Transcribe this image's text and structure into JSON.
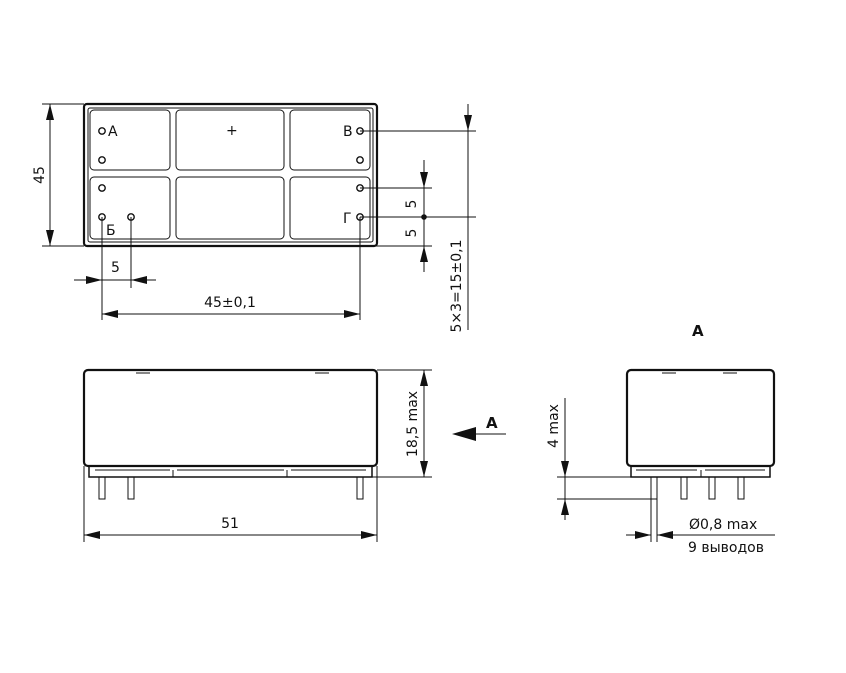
{
  "colors": {
    "line": "#111111",
    "background": "#ffffff"
  },
  "top_view": {
    "pin_labels": {
      "a": "А",
      "b": "Б",
      "v": "В",
      "g": "Г"
    },
    "plus": "+",
    "height": "45",
    "pin_pitch": "5",
    "span": "45±0,1",
    "spacing_upper": "5",
    "spacing_lower": "5",
    "vertical_span": "5×3=15±0,1"
  },
  "side_view": {
    "height": "18,5 max",
    "length": "51",
    "view_marker": "А"
  },
  "end_view": {
    "title": "А",
    "pin_length": "4 max",
    "pin_diameter": "Ø0,8 max",
    "pin_count": "9 выводов"
  }
}
